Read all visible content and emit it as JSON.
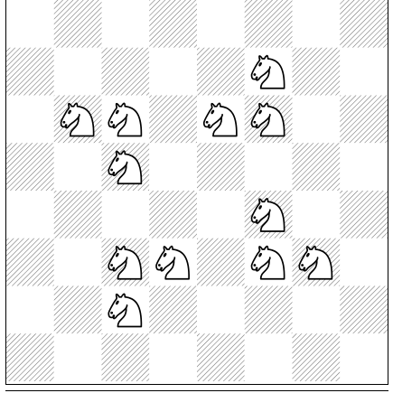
{
  "board": {
    "files": 8,
    "ranks": 8,
    "light_square_color": "#ffffff",
    "dark_square_pattern": "diagonal-hatch",
    "hatch_color": "#6f6f6f",
    "piece_color": "#ffffff",
    "piece_outline_color": "#000000",
    "pieces": [
      {
        "type": "knight",
        "color": "white",
        "file": 5,
        "rank": 1
      },
      {
        "type": "knight",
        "color": "white",
        "file": 1,
        "rank": 2
      },
      {
        "type": "knight",
        "color": "white",
        "file": 2,
        "rank": 2
      },
      {
        "type": "knight",
        "color": "white",
        "file": 4,
        "rank": 2
      },
      {
        "type": "knight",
        "color": "white",
        "file": 5,
        "rank": 2
      },
      {
        "type": "knight",
        "color": "white",
        "file": 2,
        "rank": 3
      },
      {
        "type": "knight",
        "color": "white",
        "file": 5,
        "rank": 4
      },
      {
        "type": "knight",
        "color": "white",
        "file": 2,
        "rank": 5
      },
      {
        "type": "knight",
        "color": "white",
        "file": 3,
        "rank": 5
      },
      {
        "type": "knight",
        "color": "white",
        "file": 5,
        "rank": 5
      },
      {
        "type": "knight",
        "color": "white",
        "file": 6,
        "rank": 5
      },
      {
        "type": "knight",
        "color": "white",
        "file": 2,
        "rank": 6
      }
    ]
  }
}
